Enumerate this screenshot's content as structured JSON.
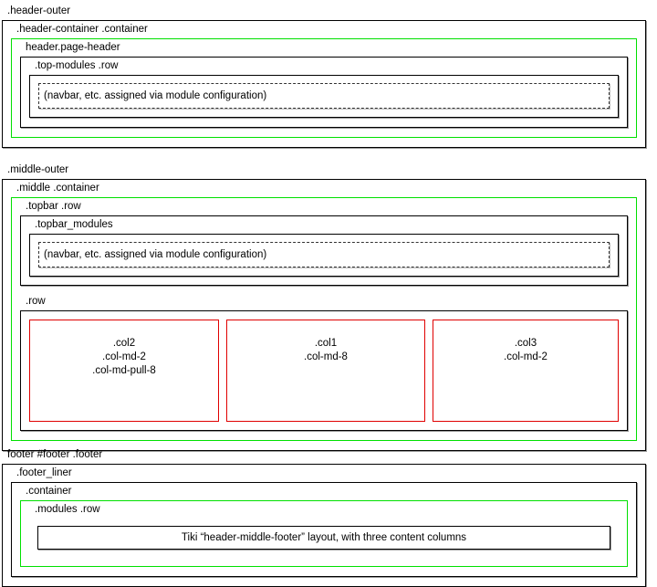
{
  "colors": {
    "frame_black": "#000000",
    "frame_green": "#00e000",
    "frame_red": "#e00000",
    "frame_dashed": "#333333",
    "background": "#ffffff",
    "text": "#000000"
  },
  "header": {
    "outer_label": ".header-outer",
    "container_label": ".header-container .container",
    "page_header_label": "header.page-header",
    "top_modules_label": ".top-modules .row",
    "module_placeholder": "(navbar, etc. assigned via module configuration)"
  },
  "middle": {
    "outer_label": ".middle-outer",
    "container_label": ".middle .container",
    "topbar_row_label": ".topbar .row",
    "topbar_modules_label": ".topbar_modules",
    "module_placeholder": "(navbar, etc. assigned via module configuration)",
    "row_label": ".row",
    "columns": [
      {
        "name": "col2",
        "text": ".col2\n.col-md-2\n.col-md-pull-8"
      },
      {
        "name": "col1",
        "text": ".col1\n.col-md-8"
      },
      {
        "name": "col3",
        "text": ".col3\n.col-md-2"
      }
    ]
  },
  "footer": {
    "outer_label": "footer #footer .footer",
    "liner_label": ".footer_liner",
    "container_label": ".container",
    "modules_label": ".modules .row",
    "caption": "Tiki “header-middle-footer” layout, with three content columns"
  }
}
